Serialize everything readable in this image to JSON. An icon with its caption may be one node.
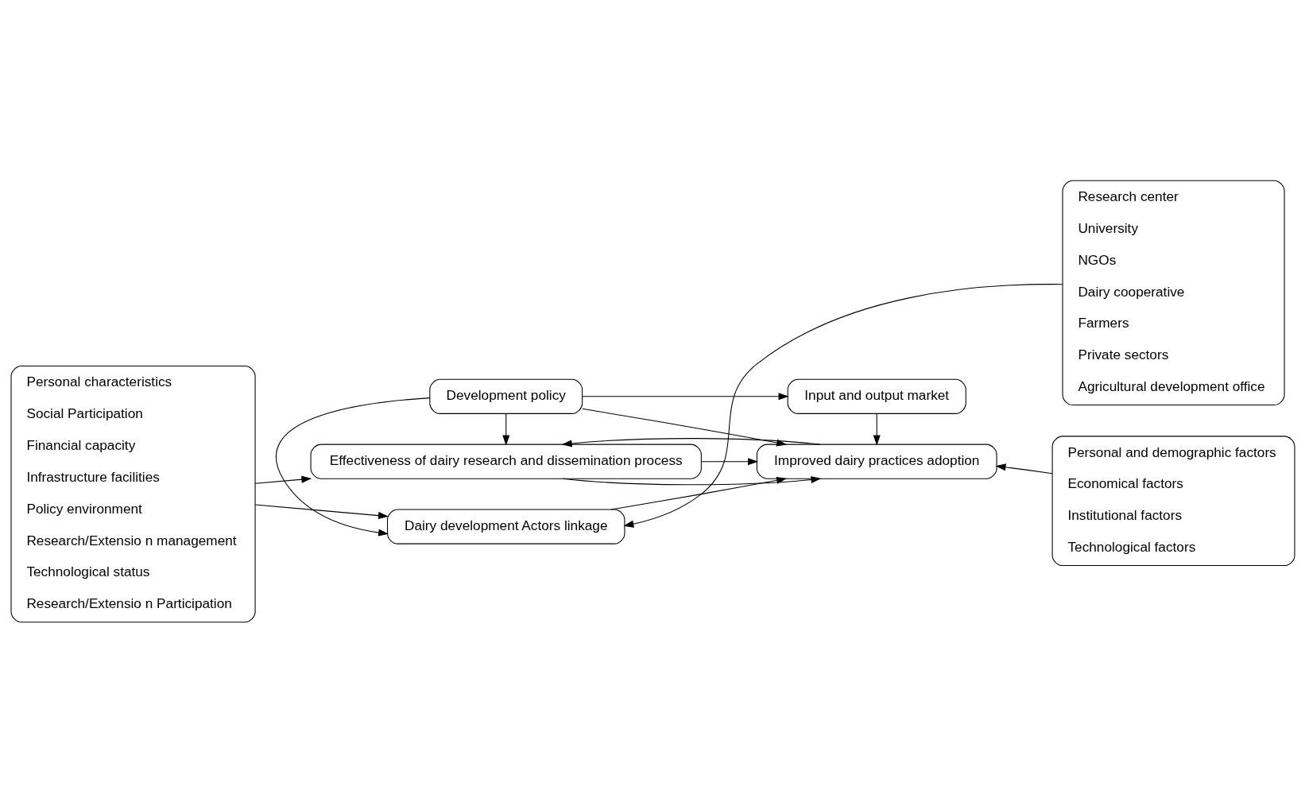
{
  "diagram": {
    "nodes": [
      {
        "text": [
          "Personal characteristics",
          "Social Participation",
          "Financial capacity",
          "Infrastructure facilities",
          "Policy environment",
          "Research/Extensio n management",
          "Technological status",
          "Research/Extensio n Participation"
        ]
      },
      {
        "text": [
          "Dairy development Actors linkage"
        ]
      },
      {
        "text": [
          "Research center",
          "University",
          "NGOs",
          "Dairy cooperative",
          "Farmers",
          "Private sectors",
          "Agricultural development office"
        ]
      },
      {
        "text": [
          "Effectiveness of dairy research and dissemination process"
        ]
      },
      {
        "text": [
          "Improved dairy practices adoption"
        ]
      },
      {
        "text": [
          "Personal and demographic factors",
          "Economical factors",
          "Institutional factors",
          "Technological factors"
        ]
      },
      {
        "text": [
          "Development policy"
        ]
      },
      {
        "text": [
          "Input and output market"
        ]
      }
    ],
    "edges": [
      {
        "from": 0,
        "to": 1,
        "arrow": "to"
      },
      {
        "from": 6,
        "to": 1,
        "arrow": "to"
      },
      {
        "from": 2,
        "to": 1,
        "arrow": "to"
      },
      {
        "from": 0,
        "to": 3,
        "arrow": "to"
      },
      {
        "from": 1,
        "to": 4,
        "arrow": "to"
      },
      {
        "from": 3,
        "to": 4,
        "arrow": "to"
      },
      {
        "from": 3,
        "to": 4,
        "arrow": "to"
      },
      {
        "from": 4,
        "to": 3,
        "arrow": "to"
      },
      {
        "from": 5,
        "to": 4,
        "arrow": "to"
      },
      {
        "from": 6,
        "to": 3,
        "arrow": "to"
      },
      {
        "from": 6,
        "to": 4,
        "arrow": "to"
      },
      {
        "from": 7,
        "to": 4,
        "arrow": "to"
      },
      {
        "from": 6,
        "to": 7,
        "arrow": "to"
      }
    ]
  }
}
